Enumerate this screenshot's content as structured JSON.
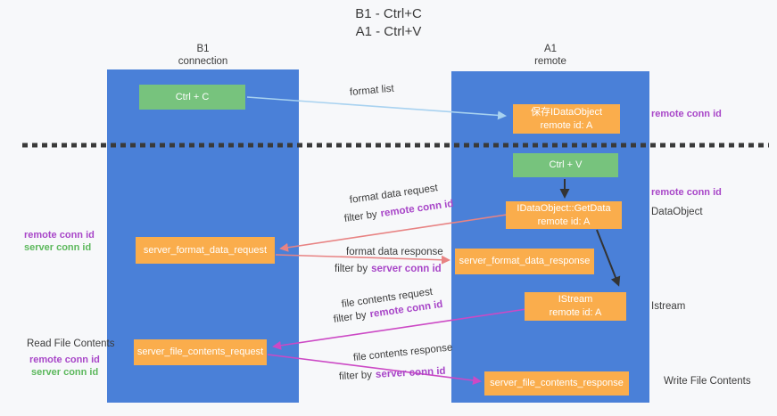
{
  "title": {
    "line1": "B1 - Ctrl+C",
    "line2": "A1 - Ctrl+V"
  },
  "columns": {
    "left": {
      "title": "B1",
      "subtitle": "connection"
    },
    "right": {
      "title": "A1",
      "subtitle": "remote"
    }
  },
  "nodes": {
    "ctrl_c": {
      "label": "Ctrl + C"
    },
    "save_dataobject": {
      "line1": "保存IDataObject",
      "line2": "remote id: A"
    },
    "ctrl_v": {
      "label": "Ctrl + V"
    },
    "getdata": {
      "line1": "IDataObject::GetData",
      "line2": "remote id: A"
    },
    "server_format_data_request": {
      "label": "server_format_data_request"
    },
    "server_format_data_response": {
      "label": "server_format_data_response"
    },
    "istream": {
      "line1": "IStream",
      "line2": "remote id: A"
    },
    "server_file_contents_request": {
      "label": "server_file_contents_request"
    },
    "server_file_contents_response": {
      "label": "server_file_contents_response"
    }
  },
  "labels": {
    "remote_conn_id": "remote conn id",
    "server_conn_id": "server conn id",
    "dataobject": "DataObject",
    "istream": "Istream",
    "read_file_contents": "Read File Contents",
    "write_file_contents": "Write File Contents"
  },
  "edge_labels": {
    "format_list": "format list",
    "format_data_request": "format data request",
    "format_data_response": "format data response",
    "file_contents_request": "file contents request",
    "file_contents_response": "file contents response",
    "filter_by": "filter by"
  },
  "colors": {
    "column_blue": "#4A80D8",
    "node_orange": "#FAAD4C",
    "node_green": "#77C37D",
    "purple_label": "#A846C8",
    "green_label": "#5CB85C",
    "arrow_blue": "#A8D2F0",
    "arrow_salmon": "#E88383",
    "arrow_magenta": "#CC49C5",
    "arrow_black": "#333333",
    "dashed_line": "#3a3a3a"
  }
}
